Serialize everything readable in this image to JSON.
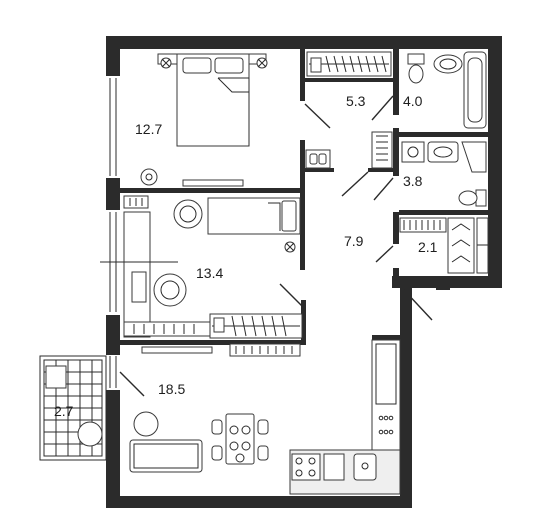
{
  "plan": {
    "rooms": [
      {
        "id": "bedroom",
        "area": "12.7"
      },
      {
        "id": "wardrobe",
        "area": "5.3"
      },
      {
        "id": "bathroom",
        "area": "4.0"
      },
      {
        "id": "wc",
        "area": "3.8"
      },
      {
        "id": "hall",
        "area": "7.9"
      },
      {
        "id": "closet",
        "area": "2.1"
      },
      {
        "id": "kids-room",
        "area": "13.4"
      },
      {
        "id": "living-kitchen",
        "area": "18.5"
      },
      {
        "id": "balcony",
        "area": "2.7"
      }
    ],
    "colors": {
      "wall": "#2b2b2b",
      "line": "#3a3a3a",
      "background": "#ffffff"
    }
  }
}
